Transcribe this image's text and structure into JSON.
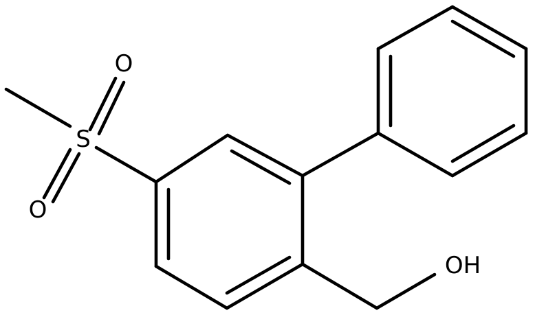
{
  "molecule": {
    "atoms": {
      "oxygen_top": "O",
      "sulfur": "S",
      "oxygen_bottom": "O",
      "hydroxyl": "OH"
    }
  },
  "colors": {
    "bond": "#000000",
    "label": "#000000",
    "background": "#ffffff"
  }
}
